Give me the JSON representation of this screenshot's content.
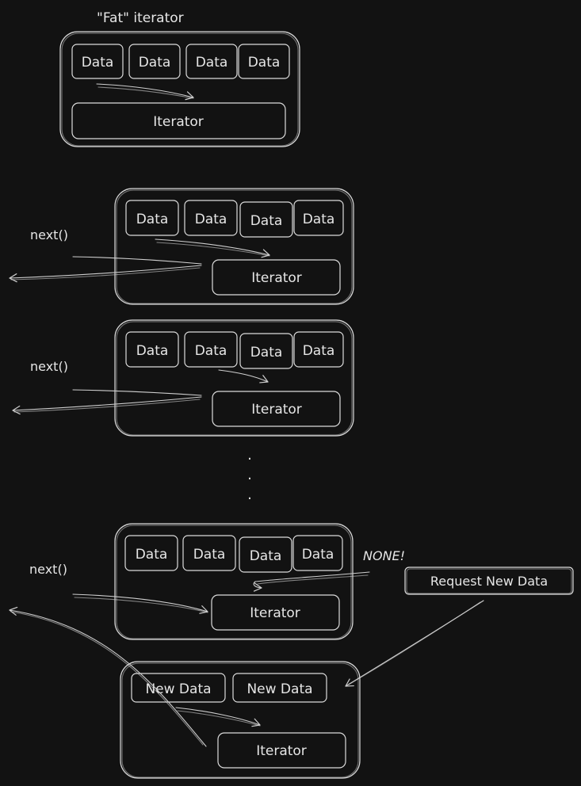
{
  "title": "\"Fat\" iterator",
  "labels": {
    "data": "Data",
    "new_data": "New Data",
    "iterator": "Iterator",
    "next": "next()",
    "none": "NONE!",
    "request": "Request New Data",
    "ellipsis": "."
  }
}
